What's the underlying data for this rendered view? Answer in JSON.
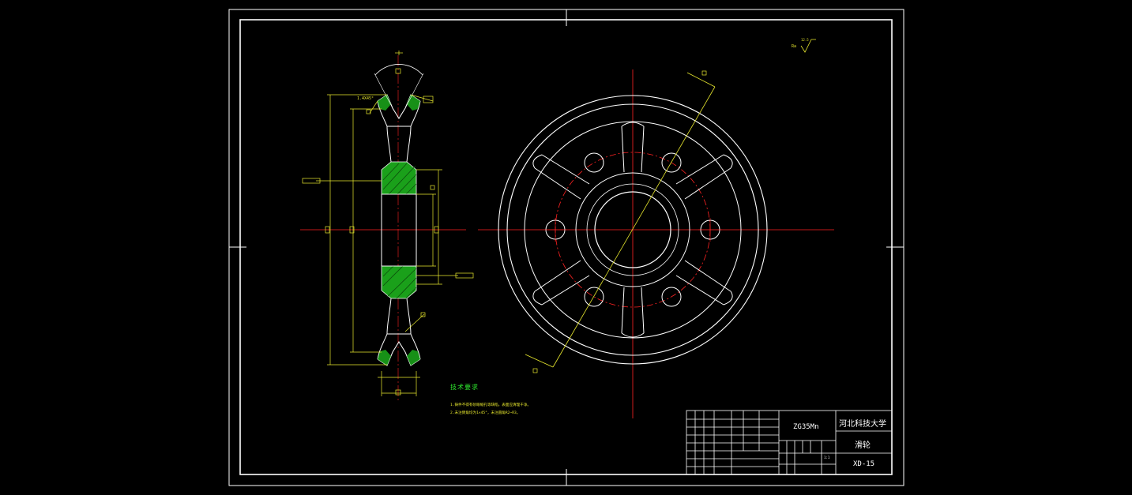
{
  "colors": {
    "background": "#000000",
    "outline": "#ffffff",
    "dimension": "#e8e82e",
    "centerline": "#ff2222",
    "hatch": "#1aa01a",
    "note_title": "#2ee82e"
  },
  "notes": {
    "title": "技术要求",
    "lines": [
      "1.铸件不得有砂眼缩孔等缺陷，表面应清理干净。",
      "2.未注倒角均为1×45°，未注圆角R2~R3。"
    ]
  },
  "title_block": {
    "material": "ZG35Mn",
    "school": "河北科技大学",
    "part_name": "滑轮",
    "drawing_no": "XD-15",
    "scale": "1:1"
  },
  "surface_roughness": {
    "symbol_label": "Ra",
    "value": "12.5"
  }
}
